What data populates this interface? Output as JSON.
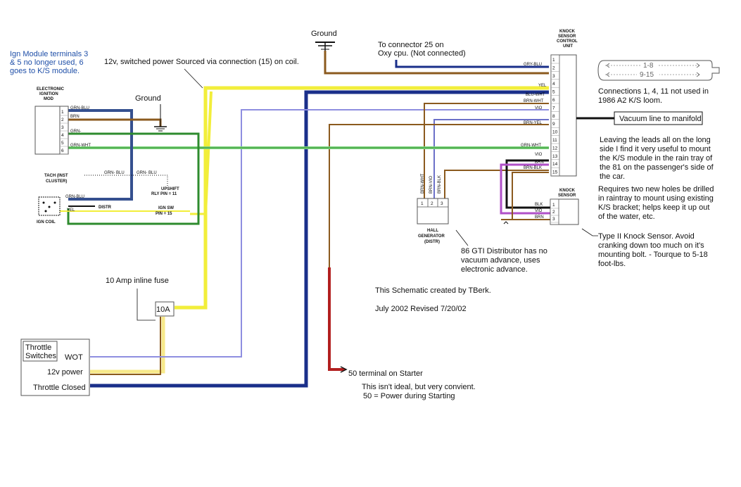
{
  "colors": {
    "yellow": "#f2ee3a",
    "pale_yellow": "#f7e98a",
    "brown": "#8b5a1e",
    "dark_blue": "#1a2f8a",
    "blue_grey": "#35508f",
    "green": "#2e8b2e",
    "light_green": "#7ed67e",
    "violet": "#8e8ee0",
    "purple": "#b050c8",
    "red": "#b21f1f",
    "black": "#111111"
  },
  "labels": {
    "ground_top": "Ground",
    "connector25_line1": "To connector 25 on",
    "connector25_line2": "Oxy cpu. (Not connected)",
    "ign_note_line1": "Ign Module terminals 3",
    "ign_note_line2": "& 5 no longer used, 6",
    "ign_note_line3": "goes to K/S module.",
    "power_note": "12v, switched power  Sourced via connection (15) on coil.",
    "ground_left": "Ground",
    "ign_module_line1": "ELECTRONIC",
    "ign_module_line2": "IGNITION",
    "ign_module_line3": "MOD",
    "tach_line1": "TACH (INST",
    "tach_line2": "CLUSTER)",
    "upshift_line1": "UPSHIFT",
    "upshift_line2": "RLY PIN = 11",
    "ign_sw_line1": "IGN SW",
    "ign_sw_line2": "PIN = 15",
    "ign_coil": "IGN COIL",
    "distr": "DISTR",
    "fuse_note": "10 Amp inline fuse",
    "fuse_label": "10A",
    "throttle_title_line1": "Throttle",
    "throttle_title_line2": "Switches",
    "wot": "WOT",
    "twelve_v": "12v power",
    "throttle_closed": "Throttle Closed",
    "starter": "50 terminal on Starter",
    "starter_note_line1": "This isn't ideal, but very convient.",
    "starter_note_line2": "50 = Power during Starting",
    "credit": "This Schematic created by TBerk.",
    "date": "July 2002    Revised 7/20/02",
    "hall_line1": "HALL",
    "hall_line2": "GENERATOR",
    "hall_line3": "(DISTR)",
    "distributor_line1": "86 GTI Distributor has no",
    "distributor_line2": "vacuum advance, uses",
    "distributor_line3": "electronic advance.",
    "ksu_line1": "KNOCK",
    "ksu_line2": "SENSOR",
    "ksu_line3": "CONTROL",
    "ksu_line4": "UNIT",
    "ks_line1": "KNOCK",
    "ks_line2": "SENSOR",
    "connector_top": "1-8",
    "connector_bottom": "9-15",
    "connections_line1": "Connections 1, 4, 11 not used in",
    "connections_line2": "1986 A2 K/S loom.",
    "vacuum": "Vacuum line to manifold",
    "leaving_line1": "Leaving the leads all on the long",
    "leaving_line2": "side I find it very useful to mount",
    "leaving_line3": "the K/S module in the rain tray of",
    "leaving_line4": "the 81 on the passenger's side of",
    "leaving_line5": "the car.",
    "requires_line1": "Requires two new holes be drilled",
    "requires_line2": "in raintray to mount using existing",
    "requires_line3": "K/S bracket; helps keep it up out",
    "requires_line4": "of the water, etc.",
    "type2_line1": "Type II Knock Sensor. Avoid",
    "type2_line2": "cranking down too much on it's",
    "type2_line3": "mounting bolt. - Tourque to 5-18",
    "type2_line4": "foot-lbs."
  },
  "wires": {
    "gry_blu": "GRY-BLU",
    "yel": "YEL",
    "blu_wht": "BLU-WHT",
    "brn_wht": "BRN-WHT",
    "vio": "VIO",
    "brn_yel": "BRN-YEL",
    "grn_wht": "GRN-WHT",
    "vio2": "VIO",
    "brn": "BRN",
    "brn_blk": "BRN-BLK",
    "grn_blu": "GRN-BLU",
    "brn_left": "BRN",
    "grn": "GRN-",
    "grn_wht_left": "GRN-WHT",
    "grn_blu_tach": "GRN- BLU",
    "grn_blu_tach2": "GRN- BLU",
    "grn_blu_coil": "GRN-BLU",
    "yel_coil": "YEL",
    "hall_brn_wht": "BRN-WHT",
    "hall_brn_vio": "BRN-VIO",
    "hall_brn_blk": "BRN-BLK",
    "ks_blk": "BLK",
    "ks_vio": "VIO",
    "ks_brn": "BRN"
  },
  "pins": {
    "ksu": [
      "1",
      "2",
      "3",
      "4",
      "5",
      "6",
      "7",
      "8",
      "9",
      "10",
      "11",
      "12",
      "13",
      "14",
      "15"
    ],
    "ign": [
      "1",
      "2",
      "3",
      "4",
      "5",
      "6"
    ],
    "hall": [
      "1",
      "2",
      "3"
    ],
    "ks": [
      "1",
      "2",
      "3"
    ]
  }
}
